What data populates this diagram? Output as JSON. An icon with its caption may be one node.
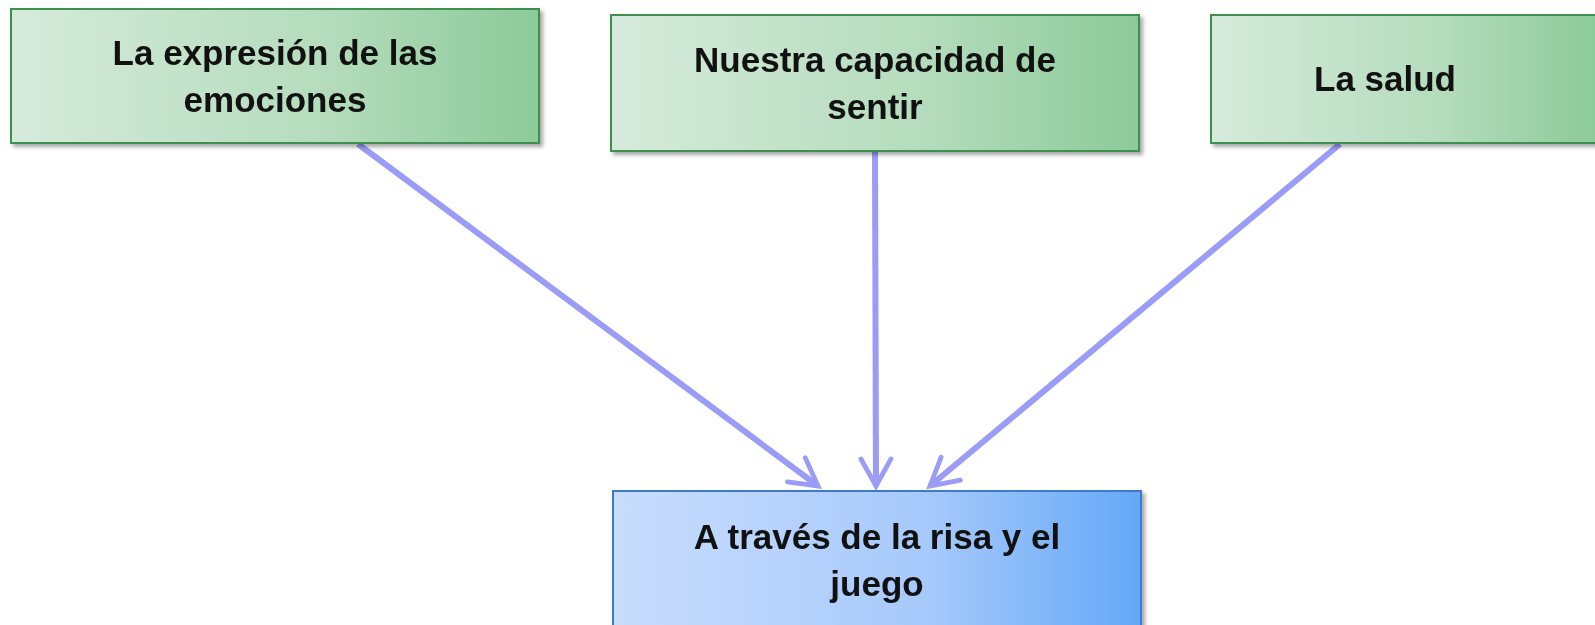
{
  "diagram": {
    "nodes": [
      {
        "text": [
          "La expresión de las emociones"
        ]
      },
      {
        "text": [
          "Nuestra capacidad de sentir"
        ]
      },
      {
        "text": [
          "La salud"
        ]
      },
      {
        "text": [
          "A través de la risa y el juego"
        ]
      }
    ],
    "edges": [
      {
        "from": 0,
        "to": 3,
        "arrow": "to"
      },
      {
        "from": 1,
        "to": 3,
        "arrow": "to"
      },
      {
        "from": 2,
        "to": 3,
        "arrow": "to"
      }
    ]
  }
}
